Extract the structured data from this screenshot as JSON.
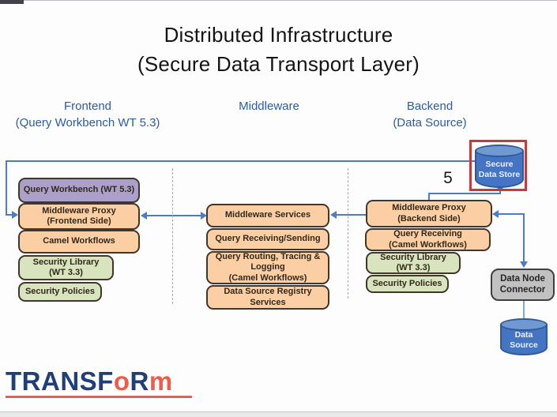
{
  "title": {
    "line1": "Distributed Infrastructure",
    "line2": "(Secure Data Transport Layer)"
  },
  "headers": {
    "frontend": {
      "label": "Frontend",
      "sublabel": "(Query Workbench WT 5.3)"
    },
    "middleware": {
      "label": "Middleware"
    },
    "backend": {
      "label": "Backend",
      "sublabel": "(Data Source)"
    }
  },
  "frontend_stack": {
    "query_workbench": "Query Workbench (WT 5.3)",
    "middleware_proxy": "Middleware Proxy\n(Frontend Side)",
    "camel_workflows": "Camel Workflows",
    "security_library": "Security Library\n(WT 3.3)",
    "security_policies": "Security Policies"
  },
  "middleware_stack": {
    "middleware_services": "Middleware Services",
    "query_receiving_sending": "Query Receiving/Sending",
    "query_routing": "Query Routing, Tracing &\nLogging\n(Camel Workflows)",
    "data_source_registry": "Data Source Registry\nServices"
  },
  "backend_stack": {
    "middleware_proxy": "Middleware Proxy\n(Backend Side)",
    "query_receiving": "Query Receiving\n(Camel Workflows)",
    "security_library": "Security Library\n(WT 3.3)",
    "security_policies": "Security Policies"
  },
  "secure_data_store": {
    "label": "Secure\nData Store"
  },
  "data_node_connector": {
    "label": "Data Node\nConnector"
  },
  "data_source": {
    "label": "Data\nSource"
  },
  "annotations": {
    "step_number": "5"
  },
  "logo": {
    "parts": [
      {
        "text": "TRANSF",
        "color": "#1f3f77"
      },
      {
        "text": "o",
        "color": "#f15b4a"
      },
      {
        "text": "R",
        "color": "#1f3f77"
      },
      {
        "text": "m",
        "color": "#f15b4a"
      }
    ]
  },
  "colors": {
    "connector_blue": "#4a7cc7",
    "box_orange": "#fbcfa3",
    "box_purple": "#aba0c9",
    "box_green": "#d8e4bd",
    "box_grey": "#c1c1c1",
    "cylinder_blue": "#4474c2",
    "highlight_red": "#c23b38",
    "header_blue": "#2d5b9e"
  }
}
